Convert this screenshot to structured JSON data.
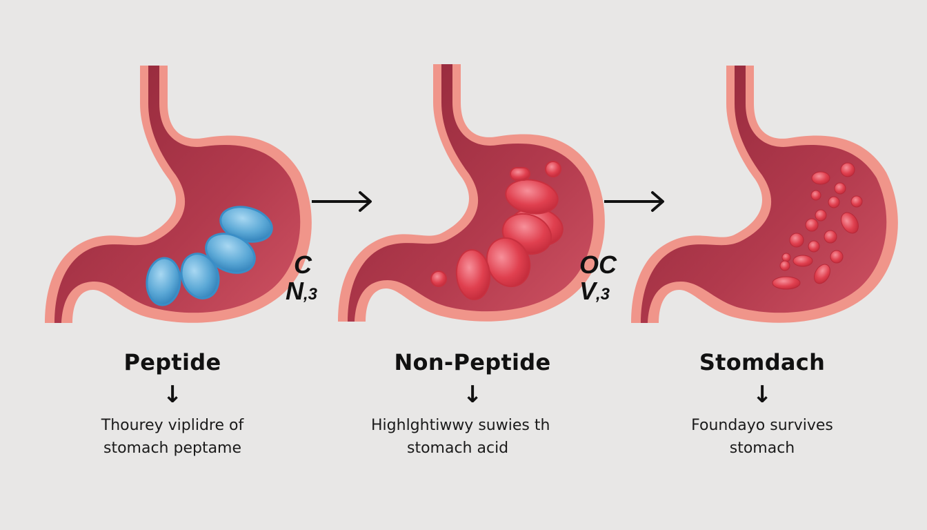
{
  "diagram": {
    "background": "#e8e7e6",
    "colors": {
      "stomach_outline": "#f0958a",
      "stomach_interior_dark": "#8e2638",
      "stomach_interior_light": "#c9475a",
      "pill_blue": "#5ba8d6",
      "pill_red": "#e0404f",
      "text": "#111111"
    },
    "panels": [
      {
        "title": "Peptide",
        "arrow": "↓",
        "caption_line1": "Thourey viplidre of",
        "caption_line2": "stomach peptame",
        "pill_state": "intact blue pills",
        "icon": "stomach-with-blue-pills-icon"
      },
      {
        "title": "Non-Peptide",
        "arrow": "↓",
        "caption_line1": "Highlghtiwwy suwies th",
        "caption_line2": "stomach acid",
        "pill_state": "intact red pills",
        "icon": "stomach-with-red-pills-icon"
      },
      {
        "title": "Stomdach",
        "arrow": "↓",
        "caption_line1": "Foundayo survives",
        "caption_line2": "stomach",
        "pill_state": "dispersed red particles",
        "icon": "stomach-with-particles-icon"
      }
    ],
    "side_labels": [
      {
        "line1": "C",
        "line2_main": "N",
        "line2_sub": ",3"
      },
      {
        "line1": "OC",
        "line2_main": "V",
        "line2_sub": ",3"
      }
    ],
    "flow_arrows": [
      "→",
      "→"
    ]
  }
}
